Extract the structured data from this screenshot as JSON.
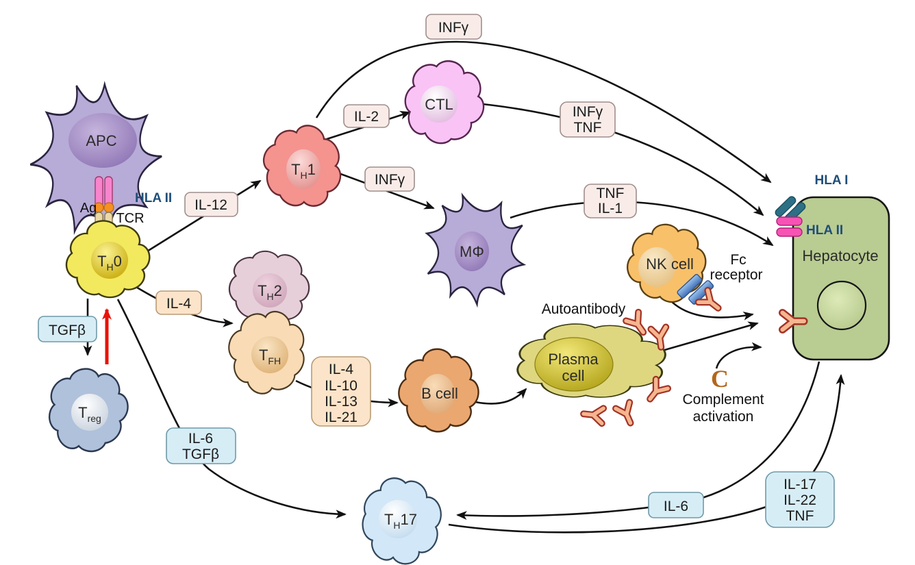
{
  "cells": {
    "apc": {
      "label": "APC"
    },
    "th0": {
      "pre": "T",
      "sub": "H",
      "post": "0"
    },
    "th1": {
      "pre": "T",
      "sub": "H",
      "post": "1"
    },
    "th2": {
      "pre": "T",
      "sub": "H",
      "post": "2"
    },
    "tfh": {
      "pre": "T",
      "sub": "FH",
      "post": ""
    },
    "treg": {
      "pre": "T",
      "sub": "reg",
      "post": ""
    },
    "th17": {
      "pre": "T",
      "sub": "H",
      "post": "17"
    },
    "ctl": {
      "label": "CTL"
    },
    "macrophage": {
      "label": "MΦ"
    },
    "nk": {
      "label": "NK cell"
    },
    "bcell": {
      "label": "B cell"
    },
    "plasma": {
      "line1": "Plasma",
      "line2": "cell"
    },
    "hepatocyte": {
      "label": "Hepatocyte"
    }
  },
  "receptors": {
    "ag": "Ag",
    "tcr": "TCR",
    "hla2_apc": "HLA II",
    "hla1_hep": "HLA I",
    "hla2_hep": "HLA II",
    "fc_line1": "Fc",
    "fc_line2": "receptor"
  },
  "boxes": {
    "il12": {
      "label": "IL-12"
    },
    "il2": {
      "label": "IL-2"
    },
    "infg_top": {
      "label": "INFγ"
    },
    "infg_mid": {
      "label": "INFγ"
    },
    "infg_tnf": {
      "lines": [
        "INFγ",
        "TNF"
      ]
    },
    "tnf_il1": {
      "lines": [
        "TNF",
        "IL-1"
      ]
    },
    "il4": {
      "label": "IL-4"
    },
    "il4_group": {
      "lines": [
        "IL-4",
        "IL-10",
        "IL-13",
        "IL-21"
      ]
    },
    "tgfb": {
      "label": "TGFβ"
    },
    "il6_tgfb": {
      "lines": [
        "IL-6",
        "TGFβ"
      ]
    },
    "il6": {
      "label": "IL-6"
    },
    "il17_group": {
      "lines": [
        "IL-17",
        "IL-22",
        "TNF"
      ]
    }
  },
  "annotations": {
    "autoantibody": "Autoantibody",
    "complement_c": "C",
    "complement_line1": "Complement",
    "complement_line2": "activation"
  },
  "colors": {
    "apc_body": "#b7abd7",
    "th0_body": "#f2e95e",
    "th1_body": "#f5938f",
    "ctl_body": "#f9c3f6",
    "th2_body": "#e6cfd9",
    "tfh_body": "#f9dbb5",
    "treg_body": "#afc1db",
    "nk_body": "#f9c06a",
    "bcell_body": "#eba770",
    "plasma_body": "#ded780",
    "th17_body": "#d2e7f8",
    "hepatocyte_body": "#b9cc92",
    "hla1_receptor": "#2d6f85",
    "hla2_receptor": "#f653b4",
    "fc_receptor": "#6aa0dd",
    "antibody": "#f5b68f",
    "antibody_outline": "#a23326",
    "box_pink": "#f9ece8",
    "box_peach": "#fbe4c9",
    "box_blue": "#d7edf6",
    "blue_text": "#1f4e79",
    "complement_text": "#b4661b",
    "inhibit_arrow_red": "#e81309"
  }
}
